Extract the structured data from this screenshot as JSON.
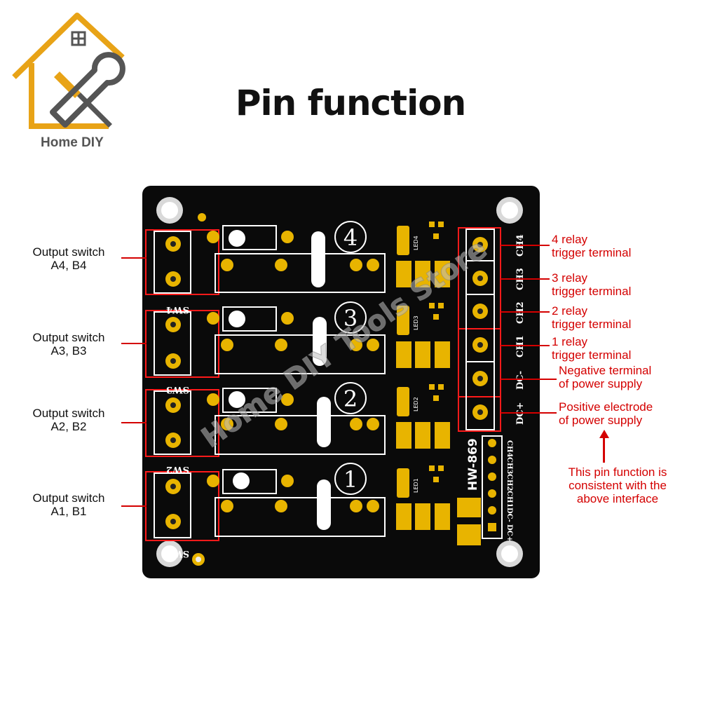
{
  "title": "Pin function",
  "logo": {
    "brand": "Home DIY"
  },
  "watermark": "Home DIY Tools Store",
  "board": {
    "model": "HW-869",
    "switch_labels": [
      "SW4",
      "SW3",
      "SW2",
      "SW1"
    ],
    "relay_numbers": [
      "4",
      "3",
      "2",
      "1"
    ],
    "led_labels": [
      "LED4",
      "LED3",
      "LED2",
      "LED1"
    ],
    "terminal_labels": [
      "CH4",
      "CH3",
      "CH2",
      "CH1",
      "DC-",
      "DC+"
    ],
    "header_labels": [
      "CH4",
      "CH3",
      "CH2",
      "CH1",
      "DC-",
      "DC+"
    ]
  },
  "left_annotations": [
    {
      "line1": "Output switch",
      "line2": "A4, B4"
    },
    {
      "line1": "Output switch",
      "line2": "A3, B3"
    },
    {
      "line1": "Output switch",
      "line2": "A2, B2"
    },
    {
      "line1": "Output switch",
      "line2": "A1, B1"
    }
  ],
  "right_annotations": [
    {
      "line1": "4 relay",
      "line2": "trigger terminal"
    },
    {
      "line1": "3 relay",
      "line2": "trigger terminal"
    },
    {
      "line1": "2 relay",
      "line2": "trigger terminal"
    },
    {
      "line1": "1 relay",
      "line2": "trigger terminal"
    },
    {
      "line1": "Negative terminal",
      "line2": "of power supply"
    },
    {
      "line1": "Positive electrode",
      "line2": "of power supply"
    }
  ],
  "header_note": {
    "line1": "This pin function is",
    "line2": "consistent with the",
    "line3": "above interface"
  },
  "colors": {
    "board": "#0a0a0a",
    "pad": "#e8b400",
    "silk": "#ffffff",
    "annotation": "#d40000"
  }
}
